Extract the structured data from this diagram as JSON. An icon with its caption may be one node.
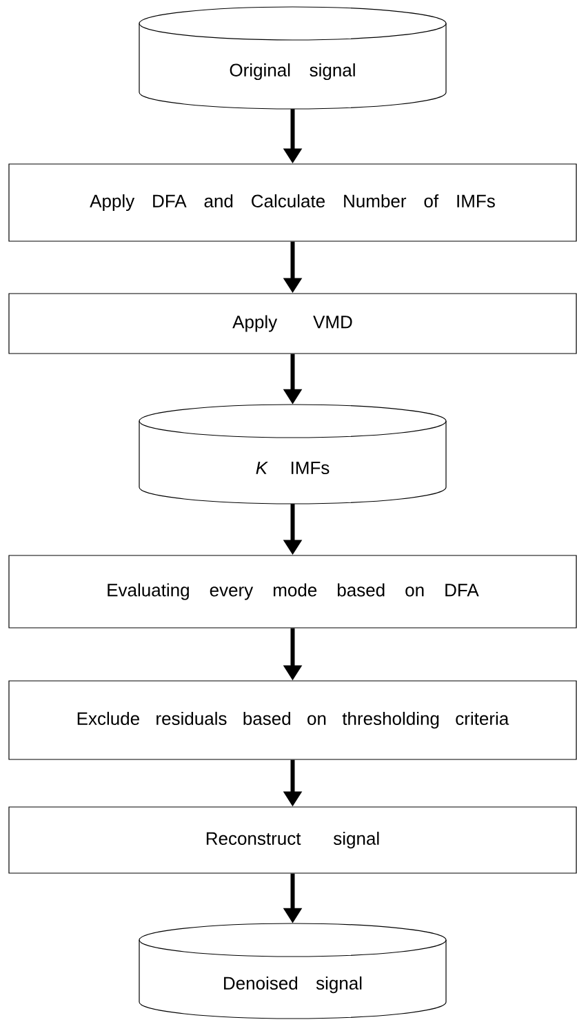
{
  "diagram": {
    "nodes": [
      {
        "text": [
          "Original signal"
        ]
      },
      {
        "text": [
          "Apply DFA and Calculate Number of IMFs"
        ]
      },
      {
        "text": [
          "Apply VMD"
        ]
      },
      {
        "text": [
          "*K* IMFs"
        ]
      },
      {
        "text": [
          "Evaluating every mode based on DFA"
        ]
      },
      {
        "text": [
          "Exclude residuals based on thresholding criteria"
        ]
      },
      {
        "text": [
          "Reconstruct signal"
        ]
      },
      {
        "text": [
          "Denoised signal"
        ]
      }
    ],
    "edges": [
      {
        "from": 0,
        "to": 1,
        "arrow": "to"
      },
      {
        "from": 1,
        "to": 2,
        "arrow": "to"
      },
      {
        "from": 2,
        "to": 3,
        "arrow": "to"
      },
      {
        "from": 3,
        "to": 4,
        "arrow": "to"
      },
      {
        "from": 4,
        "to": 5,
        "arrow": "to"
      },
      {
        "from": 5,
        "to": 6,
        "arrow": "to"
      },
      {
        "from": 6,
        "to": 7,
        "arrow": "to"
      }
    ]
  }
}
